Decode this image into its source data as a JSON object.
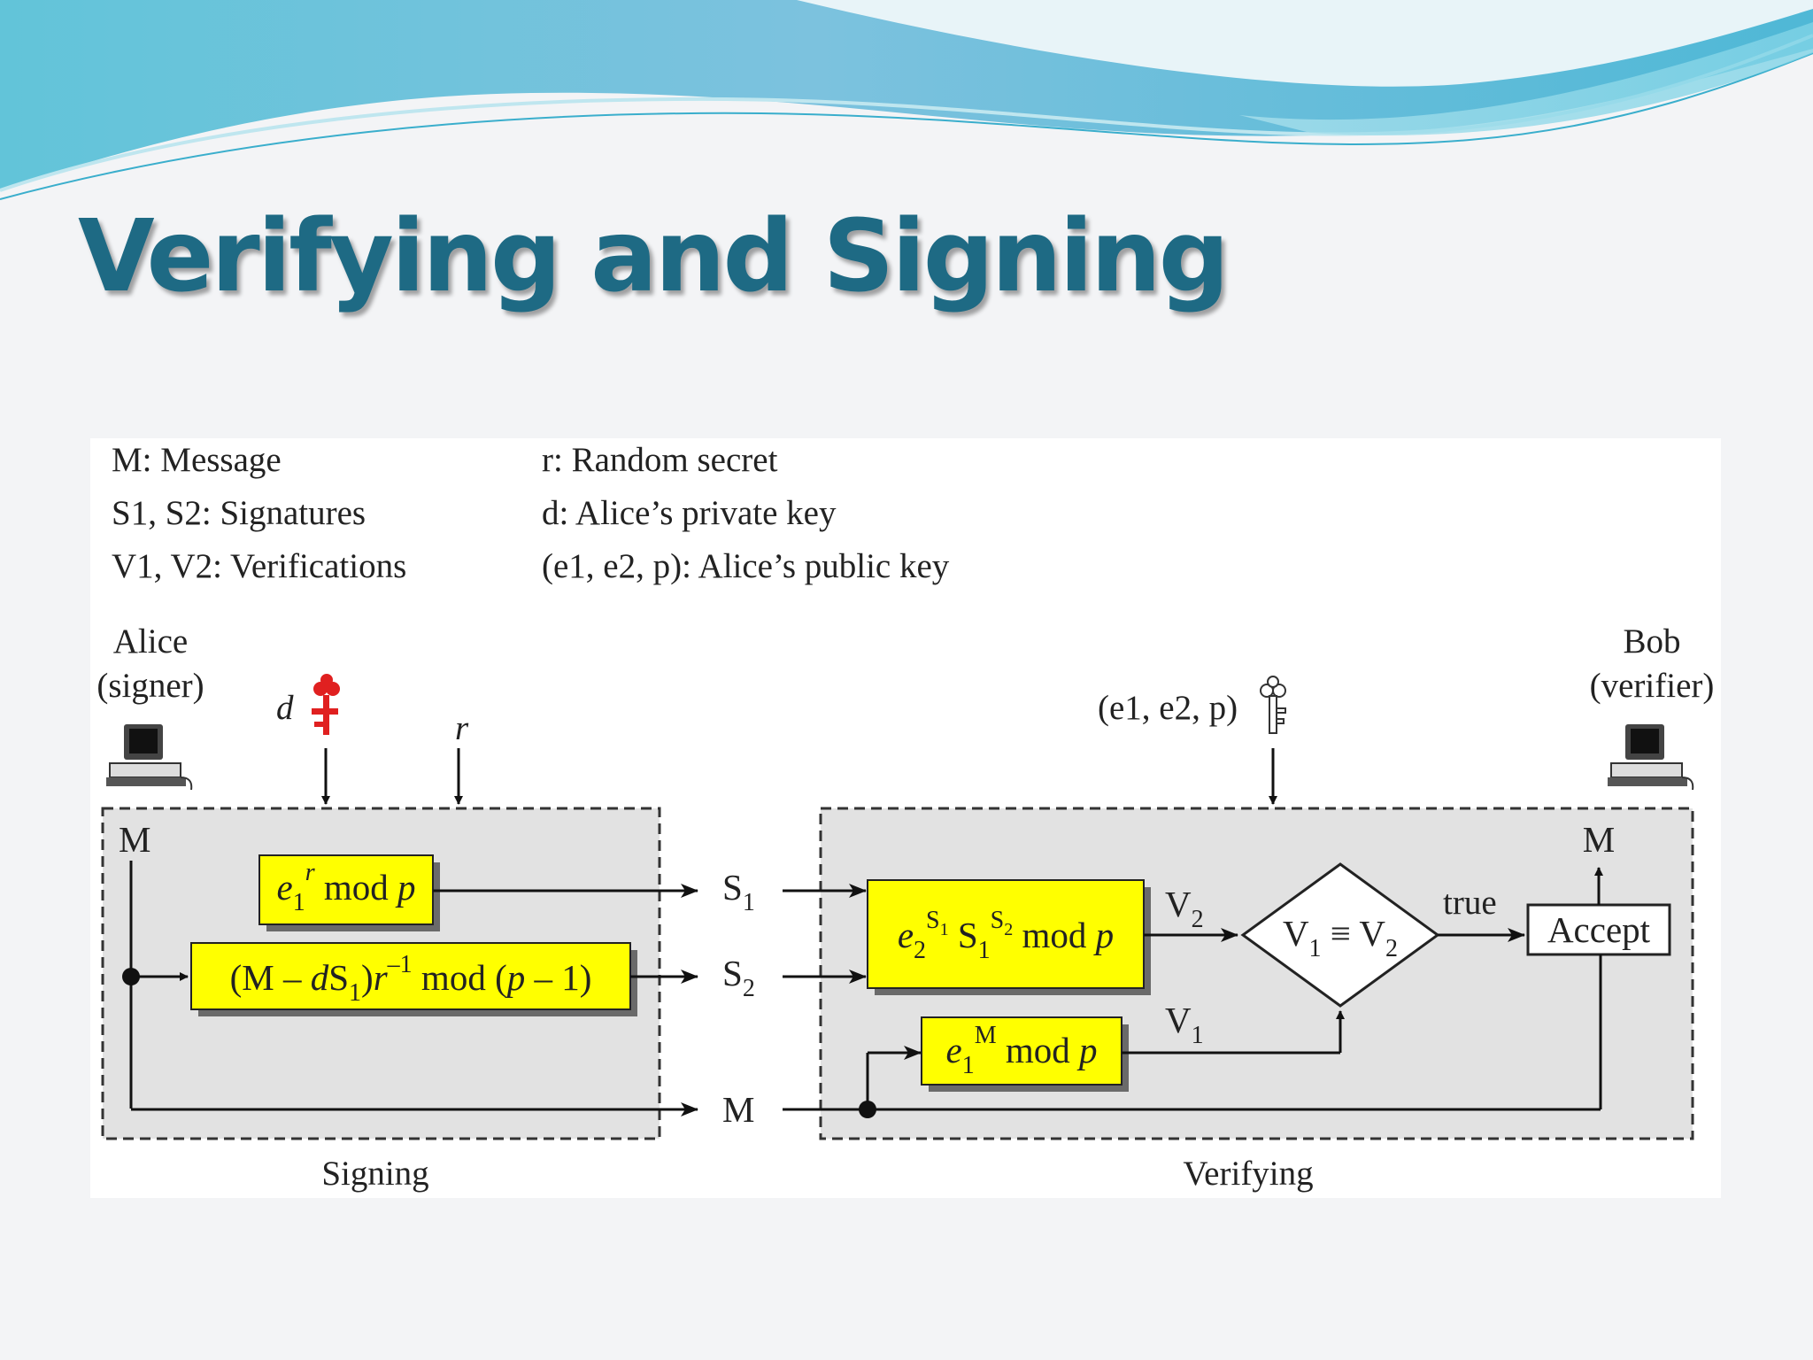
{
  "slide": {
    "title": "Verifying and Signing"
  },
  "legend": {
    "message": "M: Message",
    "signatures": "S1, S2: Signatures",
    "verifications": "V1, V2: Verifications",
    "random_secret": "r: Random secret",
    "private_key": "d: Alice’s private key",
    "public_key": "(e1, e2, p): Alice’s public key"
  },
  "alice": {
    "name": "Alice",
    "role": "(signer)",
    "private_key_symbol": "d",
    "random_symbol": "r"
  },
  "bob": {
    "name": "Bob",
    "role": "(verifier)",
    "public_key_label": "(e1, e2, p)"
  },
  "signing": {
    "label": "Signing",
    "input": "M",
    "box_s1": "e1^r mod p",
    "box_s2": "(M – dS1)r^–1 mod (p – 1)",
    "out_s1": "S1",
    "out_s2": "S2",
    "out_m": "M"
  },
  "verifying": {
    "label": "Verifying",
    "box_v2": "e2^S1 S1^S2 mod p",
    "box_v1": "e1^M mod p",
    "v2_label": "V2",
    "v1_label": "V1",
    "compare": "V1 ≡ V2",
    "true_label": "true",
    "accept": "Accept",
    "output": "M"
  },
  "colors": {
    "title": "#1e6a84",
    "box_fill": "#ffff00",
    "panel_fill": "#e2e2e2",
    "private_key": "#e02020",
    "public_key": "#ffffff"
  }
}
